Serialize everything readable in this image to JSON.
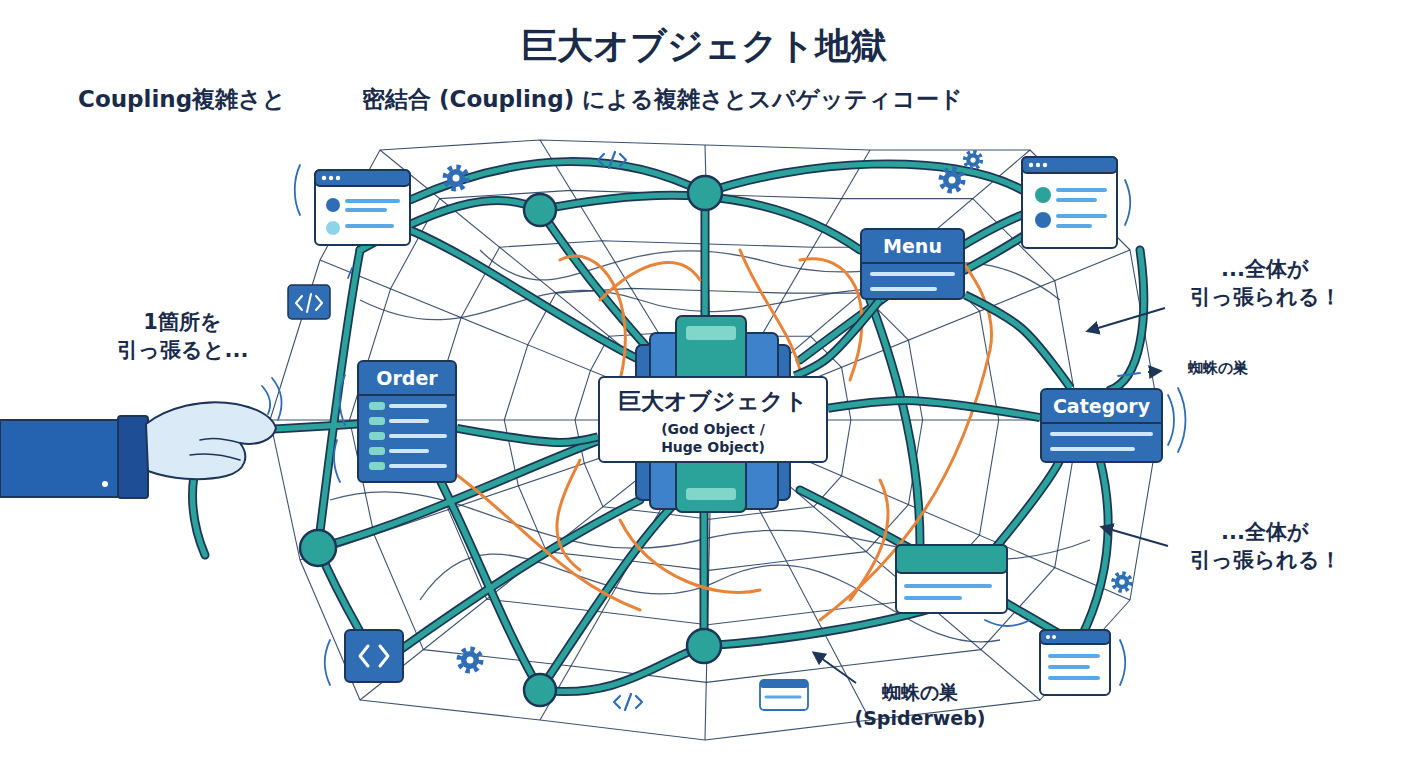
{
  "diagram": {
    "title": "巨大オブジェクト地獄",
    "nodes": [
      {
        "text": [
          "Menu"
        ]
      },
      {
        "text": [
          "Order"
        ]
      },
      {
        "text": [
          "巨大オブジェクト",
          "(God Object / Huge Object)"
        ]
      },
      {
        "text": [
          "Category"
        ]
      }
    ],
    "edges": [
      {
        "from": 1,
        "to": 2,
        "arrow": "none"
      },
      {
        "from": 0,
        "to": 2,
        "arrow": "none"
      },
      {
        "from": 3,
        "to": 2,
        "arrow": "none"
      },
      {
        "from": 0,
        "to": 3,
        "arrow": "none"
      }
    ],
    "labels": [
      "Coupling複雑さと",
      "密結合 (Coupling) による複雑さとスパゲッティコード",
      "1箇所を 引っ張ると...",
      "...全体が 引っ張られる！",
      "...全体が 引っ張られる！",
      "蜘蛛の巣",
      "蜘蛛の巣 (Spiderweb)"
    ]
  }
}
